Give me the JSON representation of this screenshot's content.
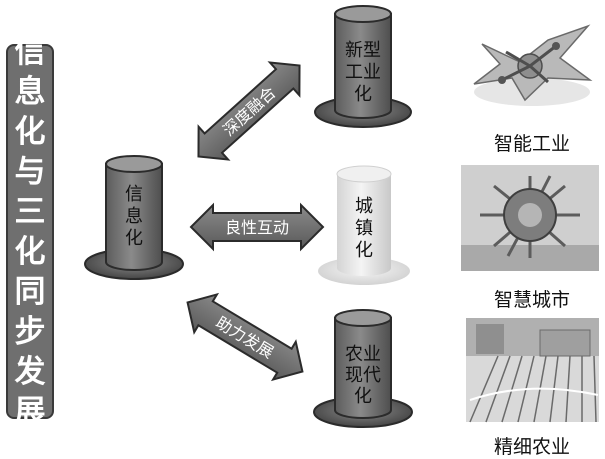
{
  "title_chars": [
    "信",
    "息",
    "化",
    "与",
    "三",
    "化",
    "同",
    "步",
    "发",
    "展"
  ],
  "hats": {
    "info": {
      "lines": [
        "信",
        "息",
        "化"
      ]
    },
    "industry": {
      "lines": [
        "新型",
        "工业",
        "化"
      ]
    },
    "urban": {
      "lines": [
        "城",
        "镇",
        "化"
      ]
    },
    "agri": {
      "lines": [
        "农业",
        "现代",
        "化"
      ]
    }
  },
  "arrows": {
    "top": "深度融合",
    "middle": "良性互动",
    "bottom": "助力发展"
  },
  "panels": {
    "industry": "智能工业",
    "city": "智慧城市",
    "agri": "精细农业"
  },
  "colors": {
    "dark_fill": "#6f6f6f",
    "light_fill": "#e8e8e8",
    "outline": "#2b2b2b"
  }
}
